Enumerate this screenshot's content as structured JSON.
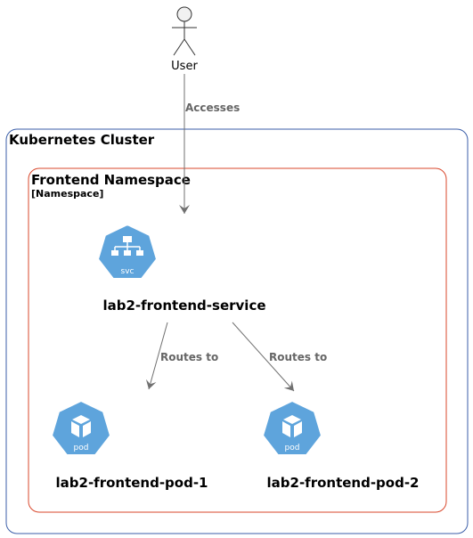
{
  "actor": {
    "label": "User"
  },
  "cluster": {
    "title": "Kubernetes Cluster",
    "border_color": "#3b5ea8"
  },
  "namespace": {
    "title": "Frontend Namespace",
    "stereotype": "[Namespace]",
    "border_color": "#d9472b"
  },
  "service": {
    "label": "lab2-frontend-service",
    "icon_text": "svc"
  },
  "pods": [
    {
      "label": "lab2-frontend-pod-1",
      "icon_text": "pod"
    },
    {
      "label": "lab2-frontend-pod-2",
      "icon_text": "pod"
    }
  ],
  "edges": {
    "accesses": "Accesses",
    "routes_1": "Routes to",
    "routes_2": "Routes to"
  },
  "colors": {
    "icon_fill": "#5ea4dc",
    "edge": "#707070",
    "edge_label": "#666666"
  },
  "icons": {
    "service": "service-hierarchy-icon",
    "pod": "cube-icon",
    "actor": "stick-figure-icon"
  }
}
